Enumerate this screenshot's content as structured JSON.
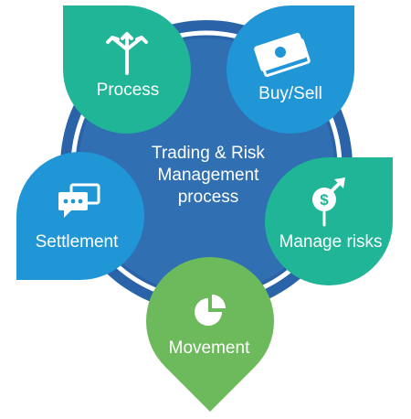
{
  "center": {
    "line1": "Trading & Risk",
    "line2": "Management",
    "line3": "process"
  },
  "steps": [
    {
      "label": "Process",
      "icon": "split-arrows-icon",
      "color": "#1fb596"
    },
    {
      "label": "Buy/Sell",
      "icon": "banknotes-icon",
      "color": "#2196d6"
    },
    {
      "label": "Manage risks",
      "icon": "dollar-growth-icon",
      "color": "#1fb596"
    },
    {
      "label": "Movement",
      "icon": "pie-chart-icon",
      "color": "#6dba5c"
    },
    {
      "label": "Settlement",
      "icon": "chat-bubbles-icon",
      "color": "#2196d6"
    }
  ],
  "colors": {
    "center_fill": "#2f6fb2",
    "ring_outer": "#2a63a8",
    "ring_white": "#ffffff",
    "green": "#6dba5c",
    "teal": "#1fb596",
    "blue": "#2196d6"
  }
}
